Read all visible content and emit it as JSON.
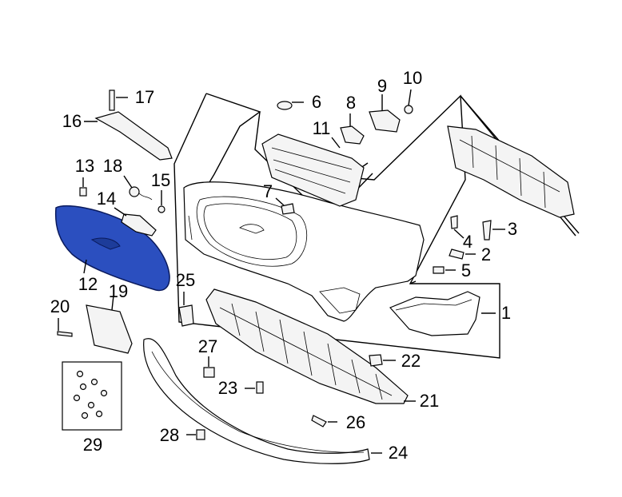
{
  "callouts": {
    "c1": "1",
    "c2": "2",
    "c3": "3",
    "c4": "4",
    "c5": "5",
    "c6": "6",
    "c7": "7",
    "c8": "8",
    "c9": "9",
    "c10": "10",
    "c11": "11",
    "c12": "12",
    "c13": "13",
    "c14": "14",
    "c15": "15",
    "c16": "16",
    "c17": "17",
    "c18": "18",
    "c19": "19",
    "c20": "20",
    "c21": "21",
    "c22": "22",
    "c23": "23",
    "c24": "24",
    "c25": "25",
    "c26": "26",
    "c27": "27",
    "c28": "28",
    "c29": "29"
  },
  "colors": {
    "highlight_fill": "#2b4fbf",
    "highlight_stroke": "#0a1a5c",
    "line": "#000000",
    "background": "#ffffff"
  }
}
